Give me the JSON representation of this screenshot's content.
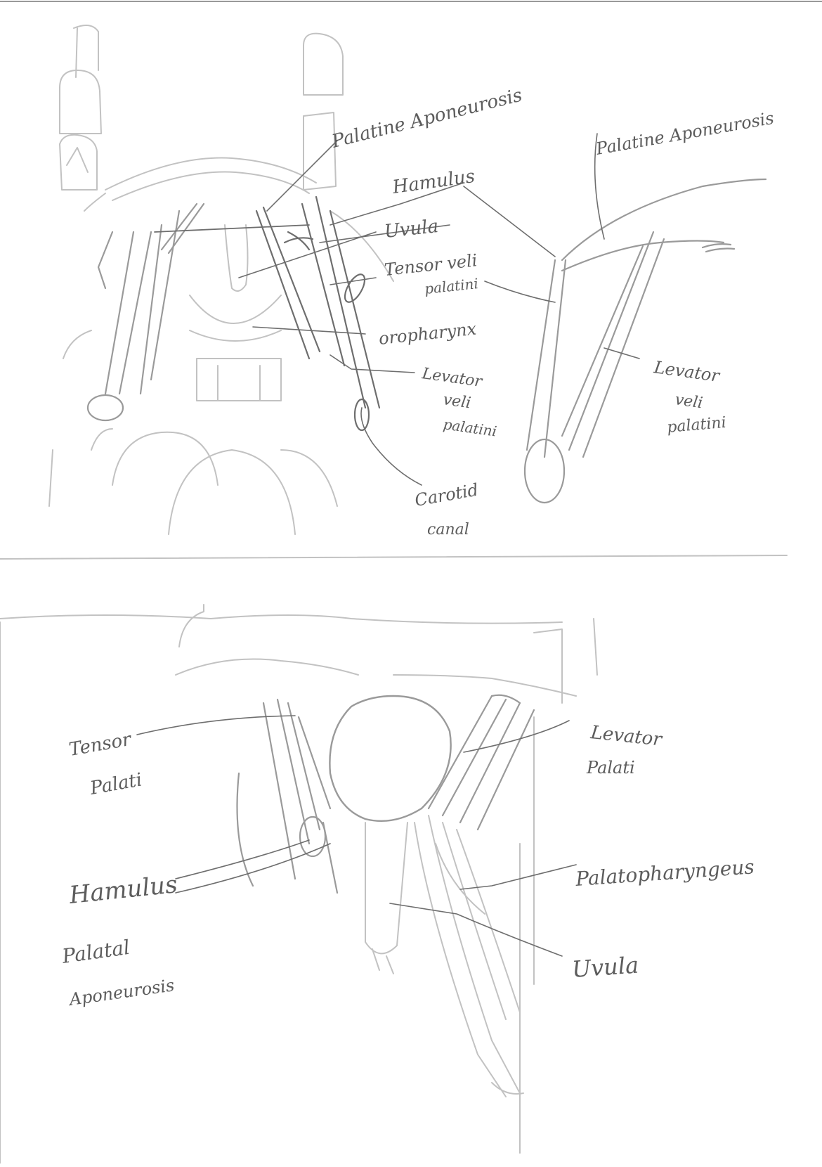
{
  "top_sketch": {
    "labels": {
      "palatine_aponeurosis": "Palatine Aponeurosis",
      "hamulus": "Hamulus",
      "uvula": "Uvula",
      "tensor_veli_line1": "Tensor veli",
      "tensor_veli_line2": "palatini",
      "oropharynx": "oropharynx",
      "levator_veli_line1": "Levator",
      "levator_veli_line2": "veli",
      "levator_veli_line3": "palatini",
      "carotid_line1": "Carotid",
      "carotid_line2": "canal",
      "side_palatine_aponeurosis": "Palatine Aponeurosis",
      "side_levator_line1": "Levator",
      "side_levator_line2": "veli",
      "side_levator_line3": "palatini"
    }
  },
  "bottom_sketch": {
    "labels": {
      "tensor_line1": "Tensor",
      "tensor_line2": "Palati",
      "levator_line1": "Levator",
      "levator_line2": "Palati",
      "hamulus": "Hamulus",
      "palatal_aponeurosis_line1": "Palatal",
      "palatal_aponeurosis_line2": "Aponeurosis",
      "palatopharyngeus": "Palatopharyngeus",
      "uvula": "Uvula"
    }
  },
  "ink_color": "#6e6e6e"
}
